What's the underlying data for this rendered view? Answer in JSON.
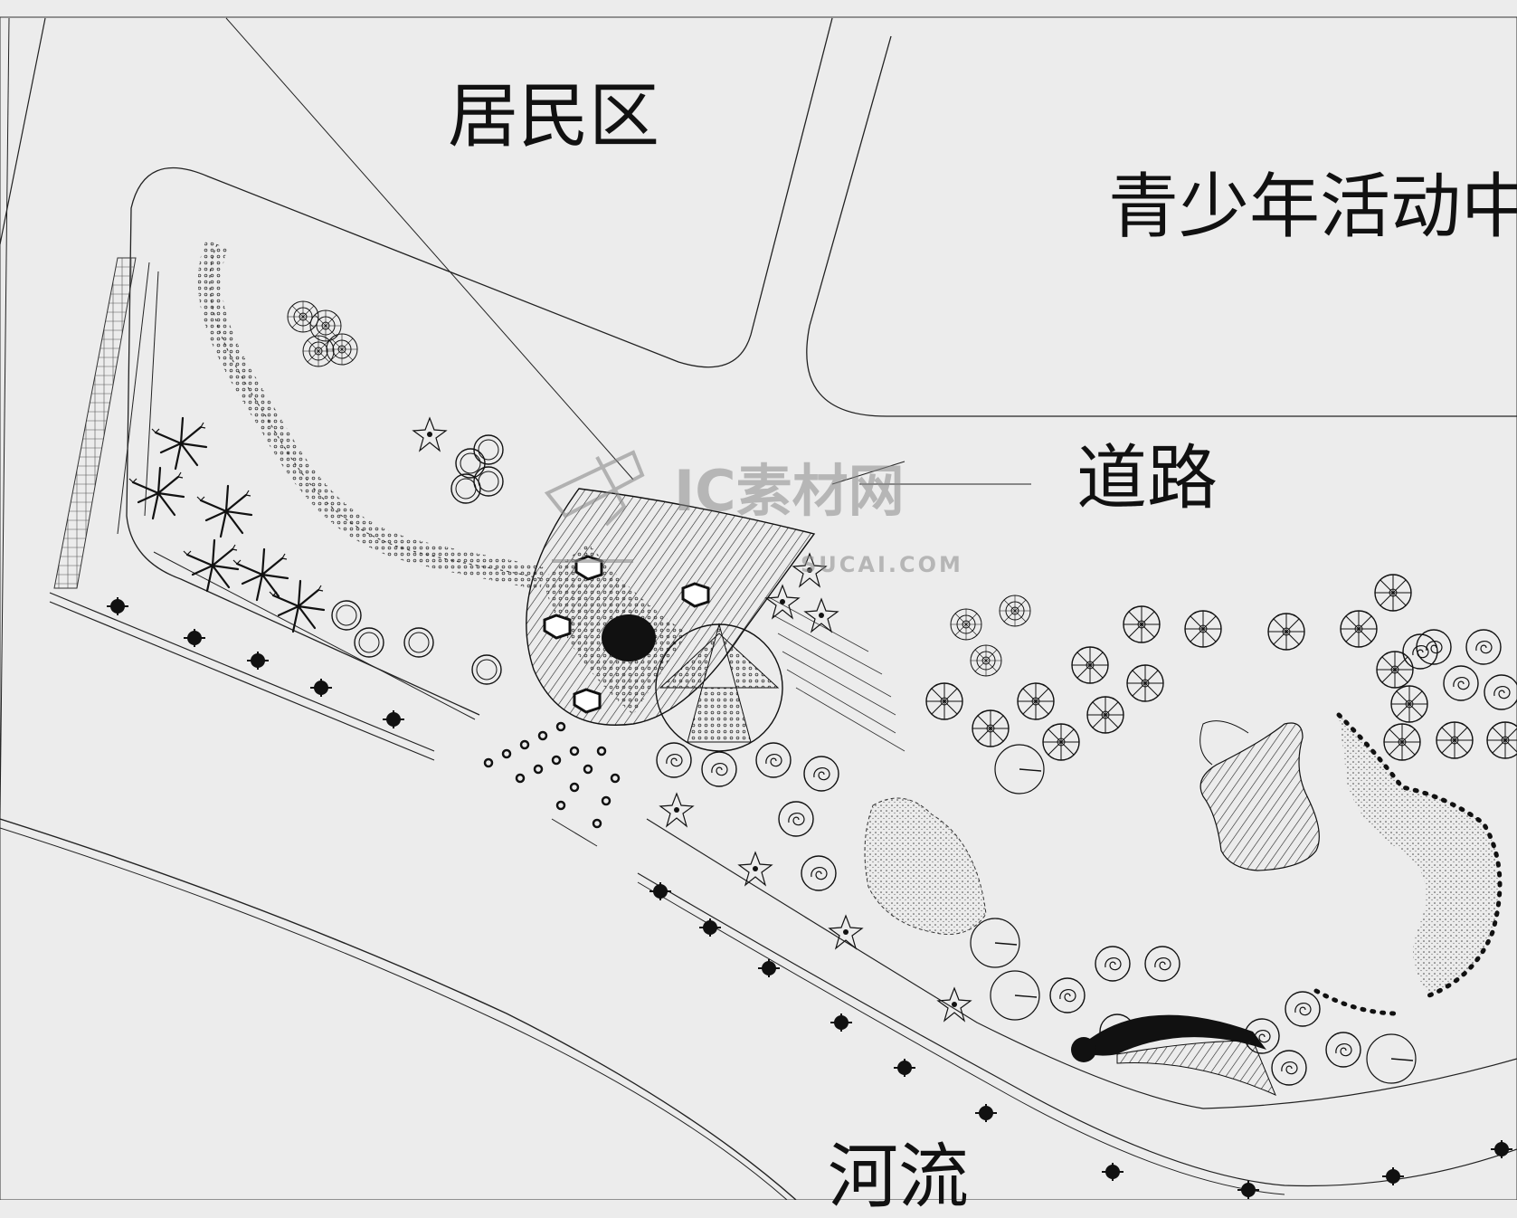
{
  "labels": {
    "residential": "居民区",
    "youth_center": "青少年活动中",
    "road": "道路",
    "river": "河流"
  },
  "watermark": {
    "brand": "IC素材网",
    "domain": "SUCAI.COM"
  },
  "colors": {
    "paper": "#ececec",
    "ink": "#111111",
    "watermark": "#8a8a8a"
  },
  "symbols": {
    "tree": "radial-tree-symbol",
    "shrub": "spiral-shrub-symbol",
    "palm": "palm-tree-symbol",
    "flower": "flower-symbol"
  }
}
